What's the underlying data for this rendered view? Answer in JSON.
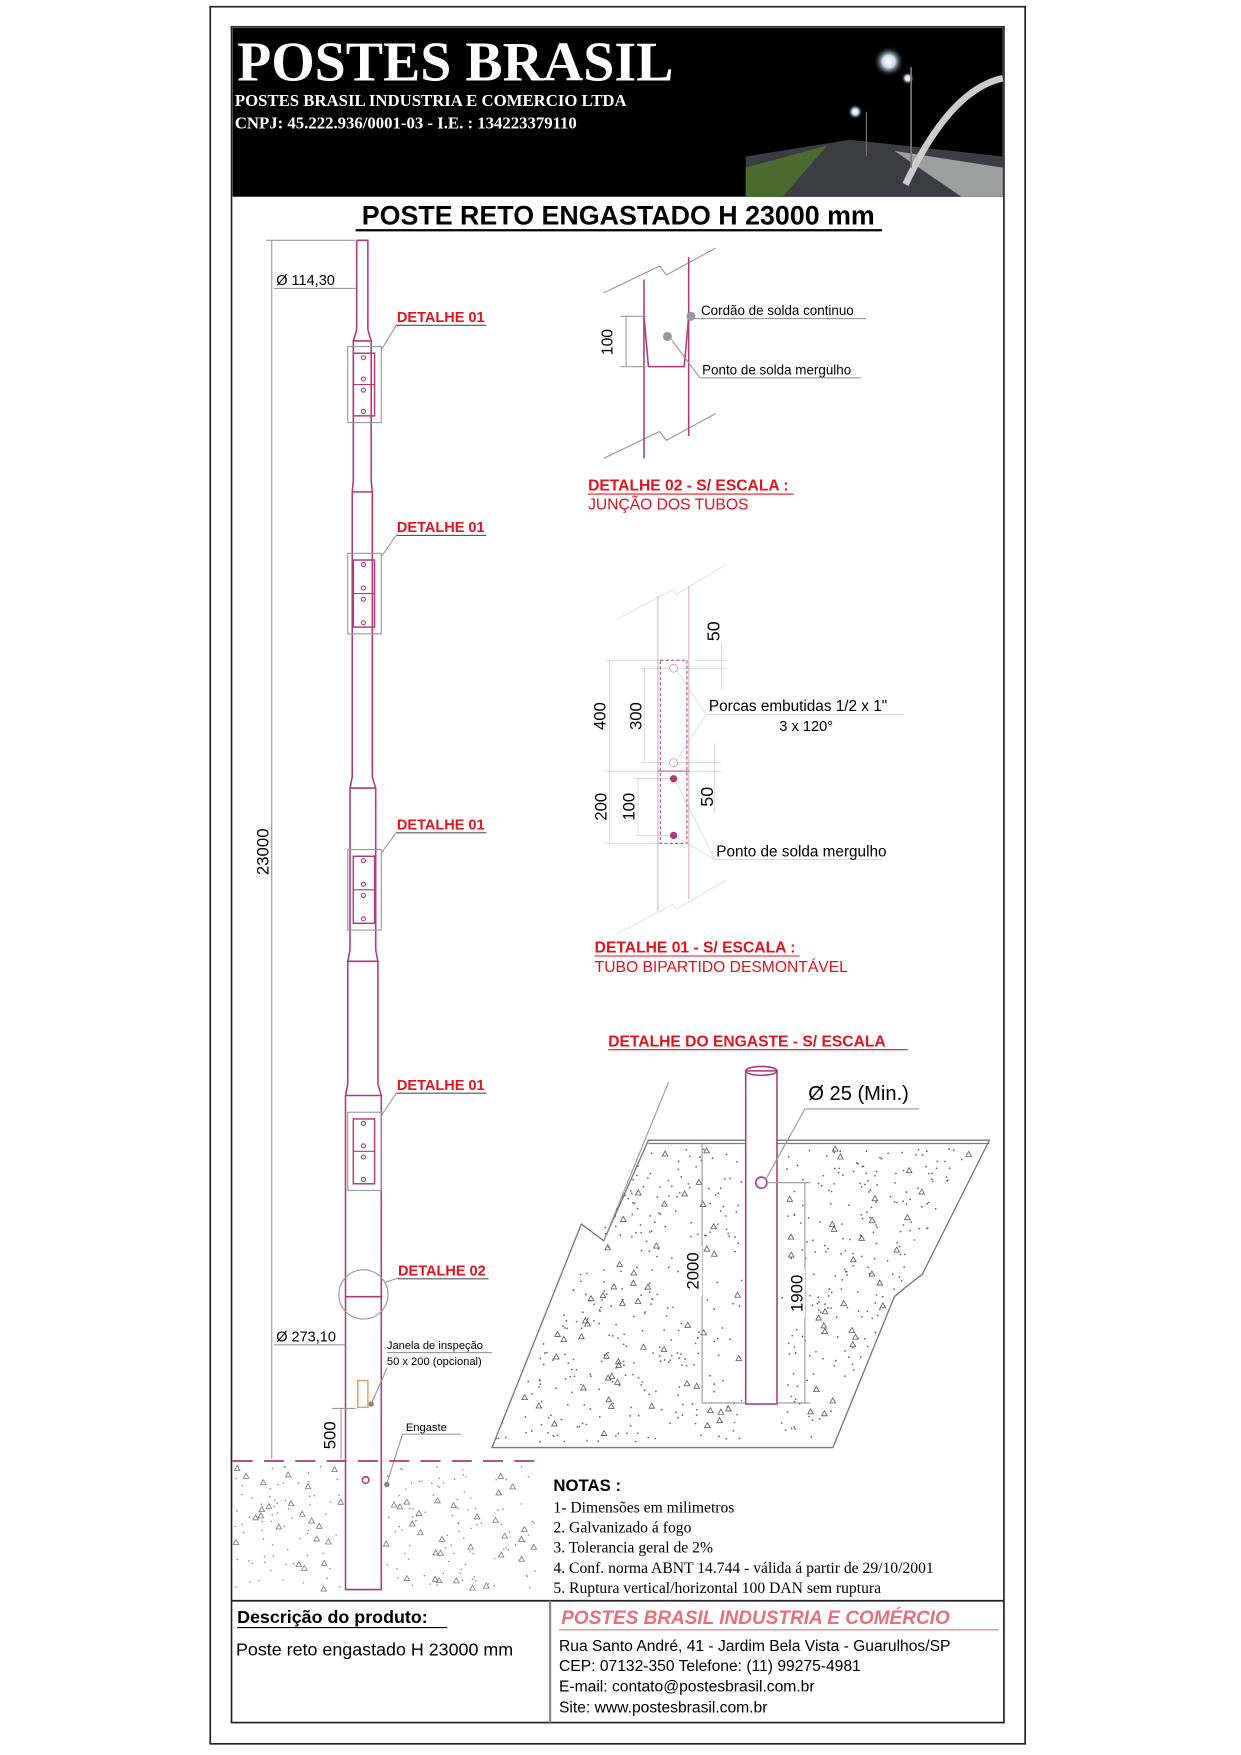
{
  "header": {
    "brand": "POSTES BRASIL",
    "company": "POSTES BRASIL INDUSTRIA E COMERCIO LTDA",
    "registration": "CNPJ: 45.222.936/0001-03 - I.E. : 134223379110"
  },
  "title": "POSTE RETO ENGASTADO H 23000 mm",
  "pole": {
    "top_diameter": "Ø 114,30",
    "base_diameter": "Ø 273,10",
    "height": "23000",
    "window_height": "500",
    "detail_labels": [
      "DETALHE 01",
      "DETALHE 01",
      "DETALHE 01",
      "DETALHE 01"
    ],
    "detail02_label": "DETALHE 02",
    "window_label_1": "Janela de inspeção",
    "window_label_2": "50 x 200 (opcional)",
    "engaste_label": "Engaste"
  },
  "detail02": {
    "dim": "100",
    "weld_bead": "Cordão de solda continuo",
    "plug_weld": "Ponto de solda mergulho",
    "title": "DETALHE 02 - S/ ESCALA :",
    "subtitle": "JUNÇÃO DOS TUBOS"
  },
  "detail01": {
    "dims": {
      "d50a": "50",
      "d400": "400",
      "d300": "300",
      "d200": "200",
      "d100": "100",
      "d50b": "50"
    },
    "nuts": "Porcas embutidas 1/2 x 1\"",
    "nuts_angle": "3 x 120°",
    "plug_weld": "Ponto de solda mergulho",
    "title": "DETALHE 01 - S/ ESCALA :",
    "subtitle": "TUBO BIPARTIDO DESMONTÁVEL"
  },
  "engaste": {
    "title": "DETALHE DO ENGASTE - S/ ESCALA",
    "hole": "Ø 25 (Min.)",
    "dim_2000": "2000",
    "dim_1900": "1900"
  },
  "notes": {
    "heading": "NOTAS :",
    "items": [
      "1- Dimensões em milimetros",
      "2. Galvanizado á fogo",
      "3. Tolerancia geral de 2%",
      "4. Conf. norma ABNT 14.744 - válida á partir de 29/10/2001",
      "5. Ruptura vertical/horizontal 100 DAN sem ruptura"
    ]
  },
  "footer": {
    "description_heading": "Descrição do produto:",
    "description": "Poste reto engastado H 23000 mm",
    "company": "POSTES BRASIL INDUSTRIA E COMÉRCIO",
    "address": "Rua Santo André, 41 - Jardim Bela Vista - Guarulhos/SP",
    "contact": "CEP: 07132-350 Telefone: (11) 99275-4981",
    "email": "E-mail: contato@postesbrasil.com.br",
    "site": "Site: www.postesbrasil.com.br"
  },
  "colors": {
    "accent": "#e0141e",
    "pole": "#b03a78",
    "footer_company": "#e8707a"
  }
}
